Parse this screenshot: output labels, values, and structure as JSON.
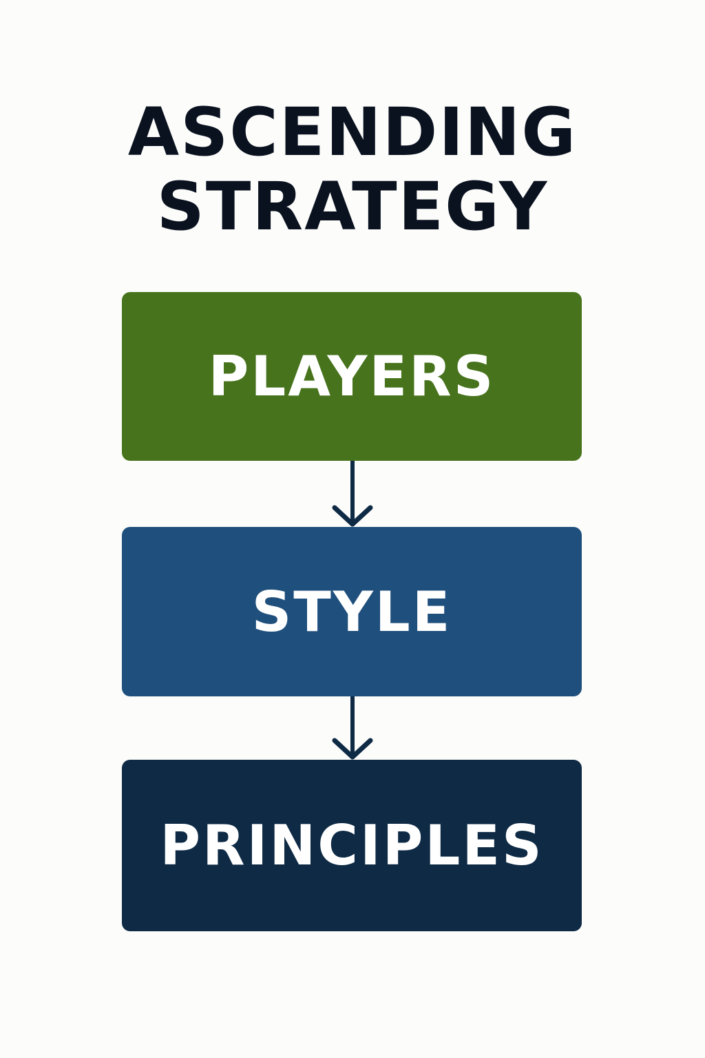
{
  "title": {
    "line1": "ASCENDING",
    "line2": "STRATEGY"
  },
  "steps": [
    {
      "label": "PLAYERS",
      "color": "#47731c"
    },
    {
      "label": "STYLE",
      "color": "#1f4f7c"
    },
    {
      "label": "PRINCIPLES",
      "color": "#0e2a45"
    }
  ],
  "arrow_color": "#0e2a45"
}
